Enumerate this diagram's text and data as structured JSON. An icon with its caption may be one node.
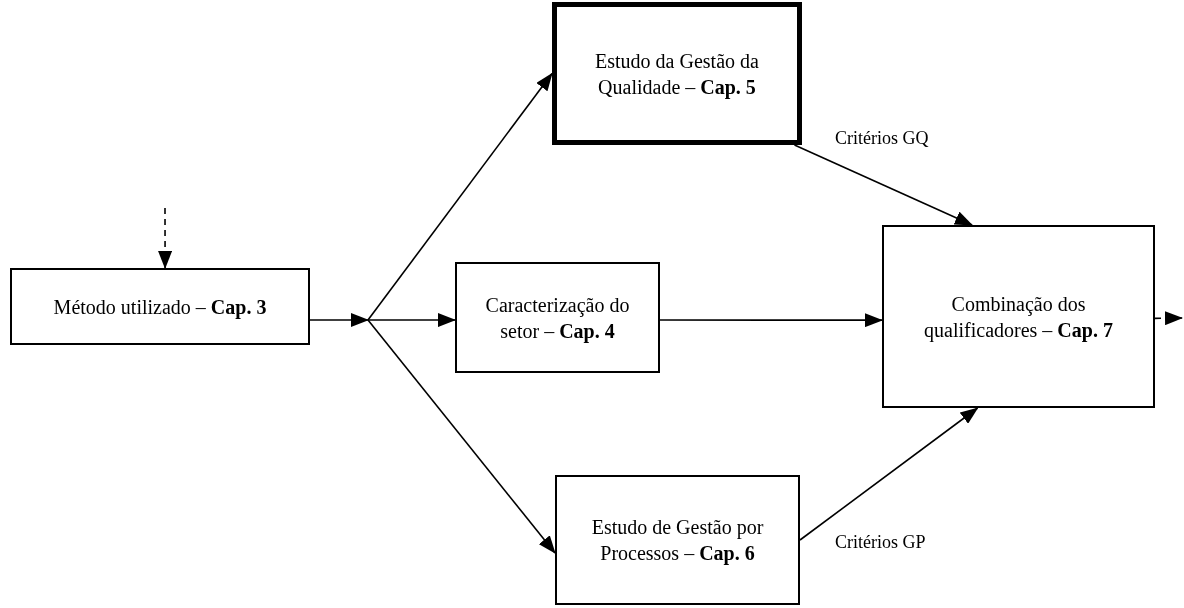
{
  "diagram": {
    "nodes": [
      {
        "text": [
          "Método utilizado – **Cap. 3**"
        ]
      },
      {
        "text": [
          "Estudo da Gestão da Qualidade – **Cap. 5**"
        ]
      },
      {
        "text": [
          "Caracterização do setor – **Cap. 4**"
        ]
      },
      {
        "text": [
          "Combinação dos qualificadores – **Cap. 7**"
        ]
      },
      {
        "text": [
          "Estudo de Gestão por Processos – **Cap. 6**"
        ]
      }
    ],
    "edges": [
      {
        "from": null,
        "to": 0,
        "arrow": "to",
        "style": "dashed"
      },
      {
        "from": 0,
        "to": 1,
        "arrow": "to"
      },
      {
        "from": 0,
        "to": 2,
        "arrow": "to"
      },
      {
        "from": 0,
        "to": 4,
        "arrow": "to"
      },
      {
        "from": 1,
        "to": 3,
        "arrow": "to",
        "label": "Critérios GQ"
      },
      {
        "from": 2,
        "to": 3,
        "arrow": "to"
      },
      {
        "from": 4,
        "to": 3,
        "arrow": "to",
        "label": "Critérios GP"
      },
      {
        "from": 3,
        "to": null,
        "arrow": "to",
        "style": "dashed"
      }
    ]
  }
}
